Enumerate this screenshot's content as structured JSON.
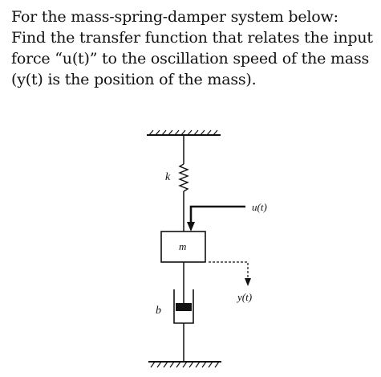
{
  "question": {
    "lines": [
      "For the mass-spring-damper system below:",
      "Find the transfer function that relates the input",
      "force “u(t)” to the oscillation speed of the mass",
      "(y(t) is the position of the mass)."
    ]
  },
  "diagram": {
    "spring_label": "k",
    "mass_label": "m",
    "input_label": "u(t)",
    "position_label": "y(t)",
    "damper_label": "b"
  }
}
